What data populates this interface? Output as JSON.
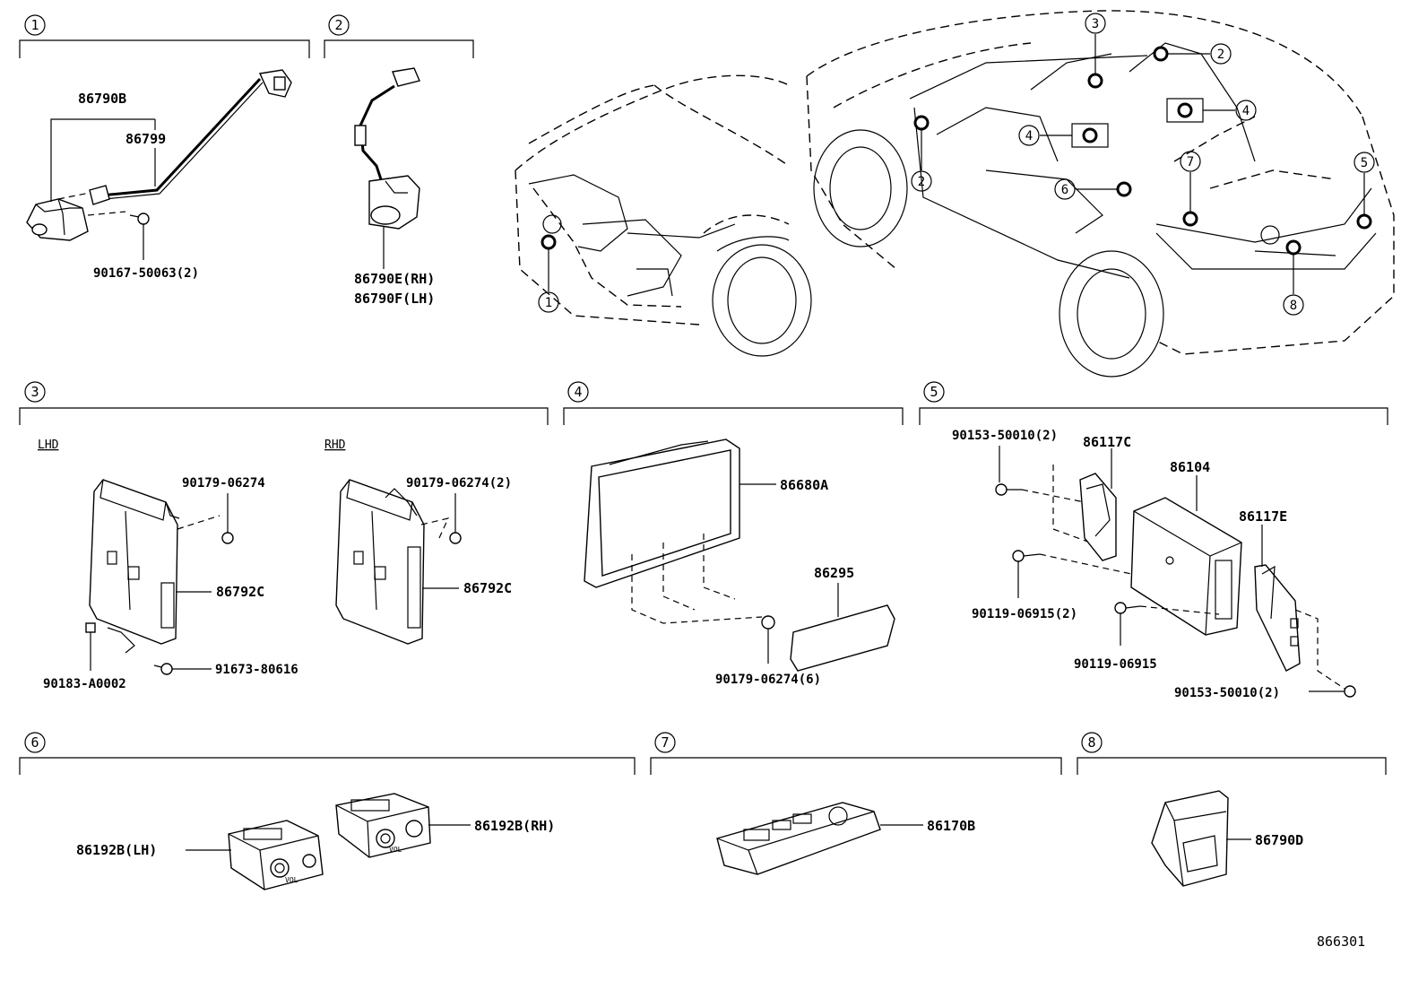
{
  "sections": [
    {
      "num": "1",
      "parts": [
        "86790B",
        "86799",
        "90167-50063(2)"
      ]
    },
    {
      "num": "2",
      "parts": [
        "86790E(RH)",
        "86790F(LH)"
      ]
    },
    {
      "num": "3",
      "variants": [
        "LHD",
        "RHD"
      ],
      "lhd_parts": [
        "90179-06274",
        "86792C",
        "90183-A0002",
        "91673-80616"
      ],
      "rhd_parts": [
        "90179-06274(2)",
        "86792C"
      ]
    },
    {
      "num": "4",
      "parts": [
        "86680A",
        "86295",
        "90179-06274(6)"
      ]
    },
    {
      "num": "5",
      "parts": [
        "90153-50010(2)",
        "86117C",
        "86104",
        "86117E",
        "90119-06915(2)",
        "90119-06915",
        "90153-50010(2)"
      ]
    },
    {
      "num": "6",
      "parts": [
        "86192B(LH)",
        "86192B(RH)"
      ]
    },
    {
      "num": "7",
      "parts": [
        "86170B"
      ]
    },
    {
      "num": "8",
      "parts": [
        "86790D"
      ]
    }
  ],
  "vehicle_callouts": [
    "3",
    "2",
    "4",
    "4",
    "2",
    "6",
    "7",
    "5",
    "1",
    "8"
  ],
  "panel_labels": [
    "VOL",
    "VOL"
  ],
  "figure_id": "866301"
}
